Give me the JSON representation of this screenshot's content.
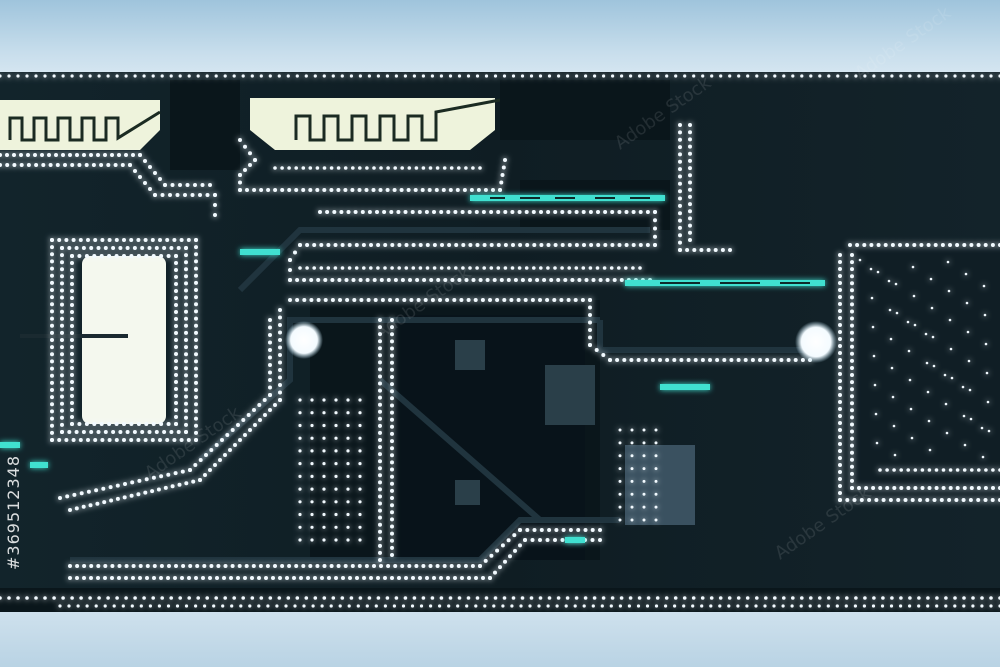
{
  "photo": {
    "subject": "circuit-board",
    "colors": {
      "board": "#0f1c22",
      "board_dark": "#08141a",
      "trace": "#1c2f38",
      "via_glow": "#e8f6ff",
      "cyan_glow": "#3fe0d0",
      "backlight": "#f2f7e8",
      "sky": "#cfe2ee"
    }
  },
  "watermark": {
    "stock_text": "Adobe Stock",
    "id_text": "#369512348"
  }
}
